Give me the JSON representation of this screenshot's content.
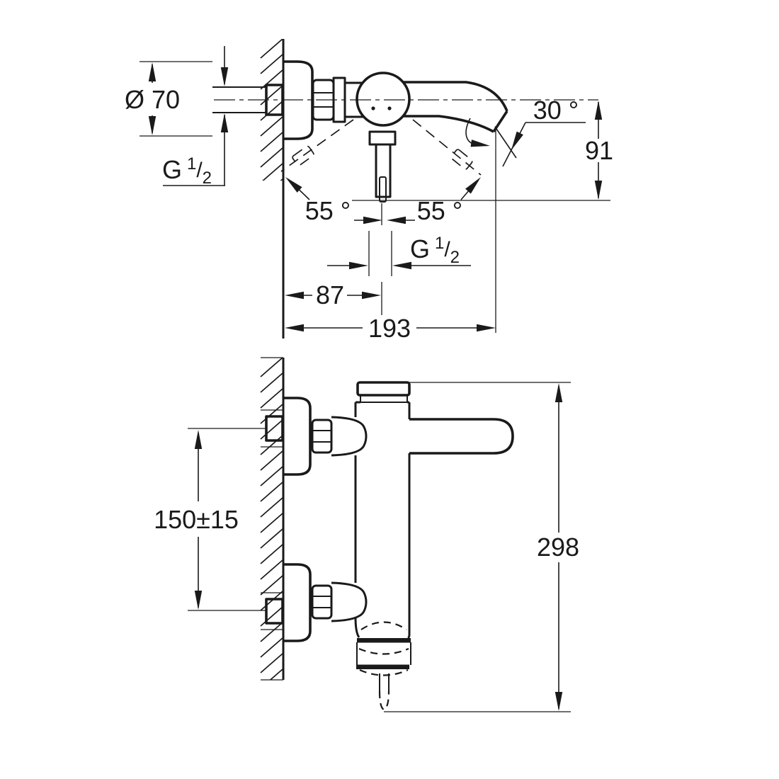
{
  "style": {
    "line_color": "#1a1a1a",
    "background": "#ffffff"
  },
  "dimensions": {
    "escutcheon_diameter": "Ø 70",
    "wall_thread": {
      "prefix": "G",
      "sup": "1",
      "slash": "/",
      "sub": "2"
    },
    "spout_angle": "30 °",
    "spout_drop_height": "91",
    "lever_swing_left": "55 °",
    "lever_swing_right": "55 °",
    "outlet_thread": {
      "prefix": "G",
      "sup": "1",
      "slash": "/",
      "sub": "2"
    },
    "body_projection": "87",
    "spout_projection": "193",
    "inlet_spacing": "150±15",
    "overall_height": "298"
  }
}
